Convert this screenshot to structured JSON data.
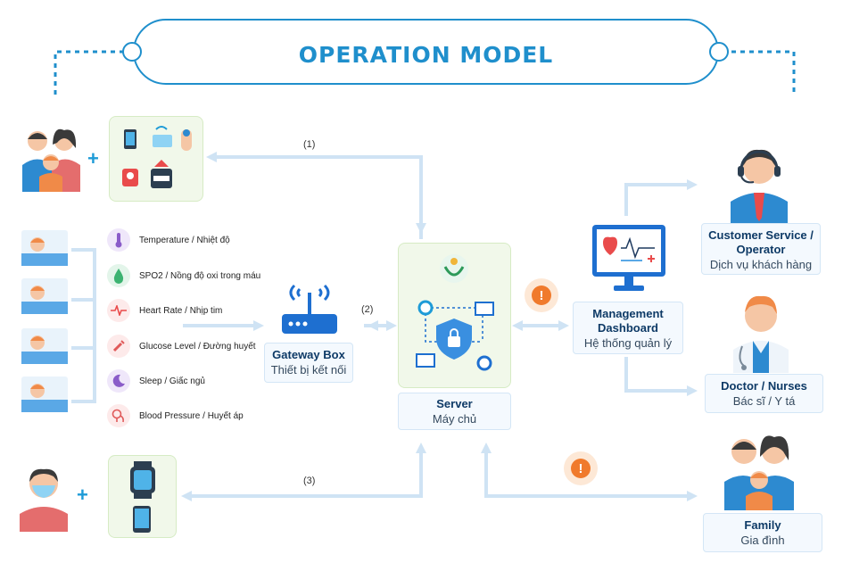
{
  "title": "OPERATION MODEL",
  "connectors": {
    "c1": "(1)",
    "c2": "(2)",
    "c3": "(3)"
  },
  "metrics": [
    {
      "label": "Temperature / Nhiệt độ",
      "icon": "thermometer-icon",
      "color": "#8a5cc9"
    },
    {
      "label": "SPO2 / Nồng độ oxi trong máu",
      "icon": "oxygen-drop-icon",
      "color": "#3cb371"
    },
    {
      "label": "Heart Rate / Nhịp tim",
      "icon": "heart-rate-icon",
      "color": "#e94b4b"
    },
    {
      "label": "Glucose Level / Đường huyết",
      "icon": "syringe-icon",
      "color": "#e05a5a"
    },
    {
      "label": "Sleep / Giấc ngủ",
      "icon": "moon-icon",
      "color": "#8a5cc9"
    },
    {
      "label": "Blood Pressure / Huyết áp",
      "icon": "blood-pressure-icon",
      "color": "#e05a5a"
    }
  ],
  "gateway": {
    "title": "Gateway Box",
    "subtitle": "Thiết bị kết nối"
  },
  "server": {
    "title": "Server",
    "subtitle": "Máy chủ"
  },
  "dashboard": {
    "title": "Management Dashboard",
    "subtitle": "Hệ thống quản lý"
  },
  "customer_service": {
    "title": "Customer Service / Operator",
    "subtitle": "Dịch vụ khách hàng"
  },
  "doctor": {
    "title": "Doctor / Nurses",
    "subtitle": "Bác sĩ / Y tá"
  },
  "family": {
    "title": "Family",
    "subtitle": "Gia đình"
  },
  "alert_symbol": "!",
  "plus_symbol": "+",
  "colors": {
    "accent": "#1f8fcc",
    "line": "#cfe3f4",
    "dark_blue": "#0e3a66",
    "alert": "#f07a2c",
    "card_green": "#f1f8ea"
  }
}
